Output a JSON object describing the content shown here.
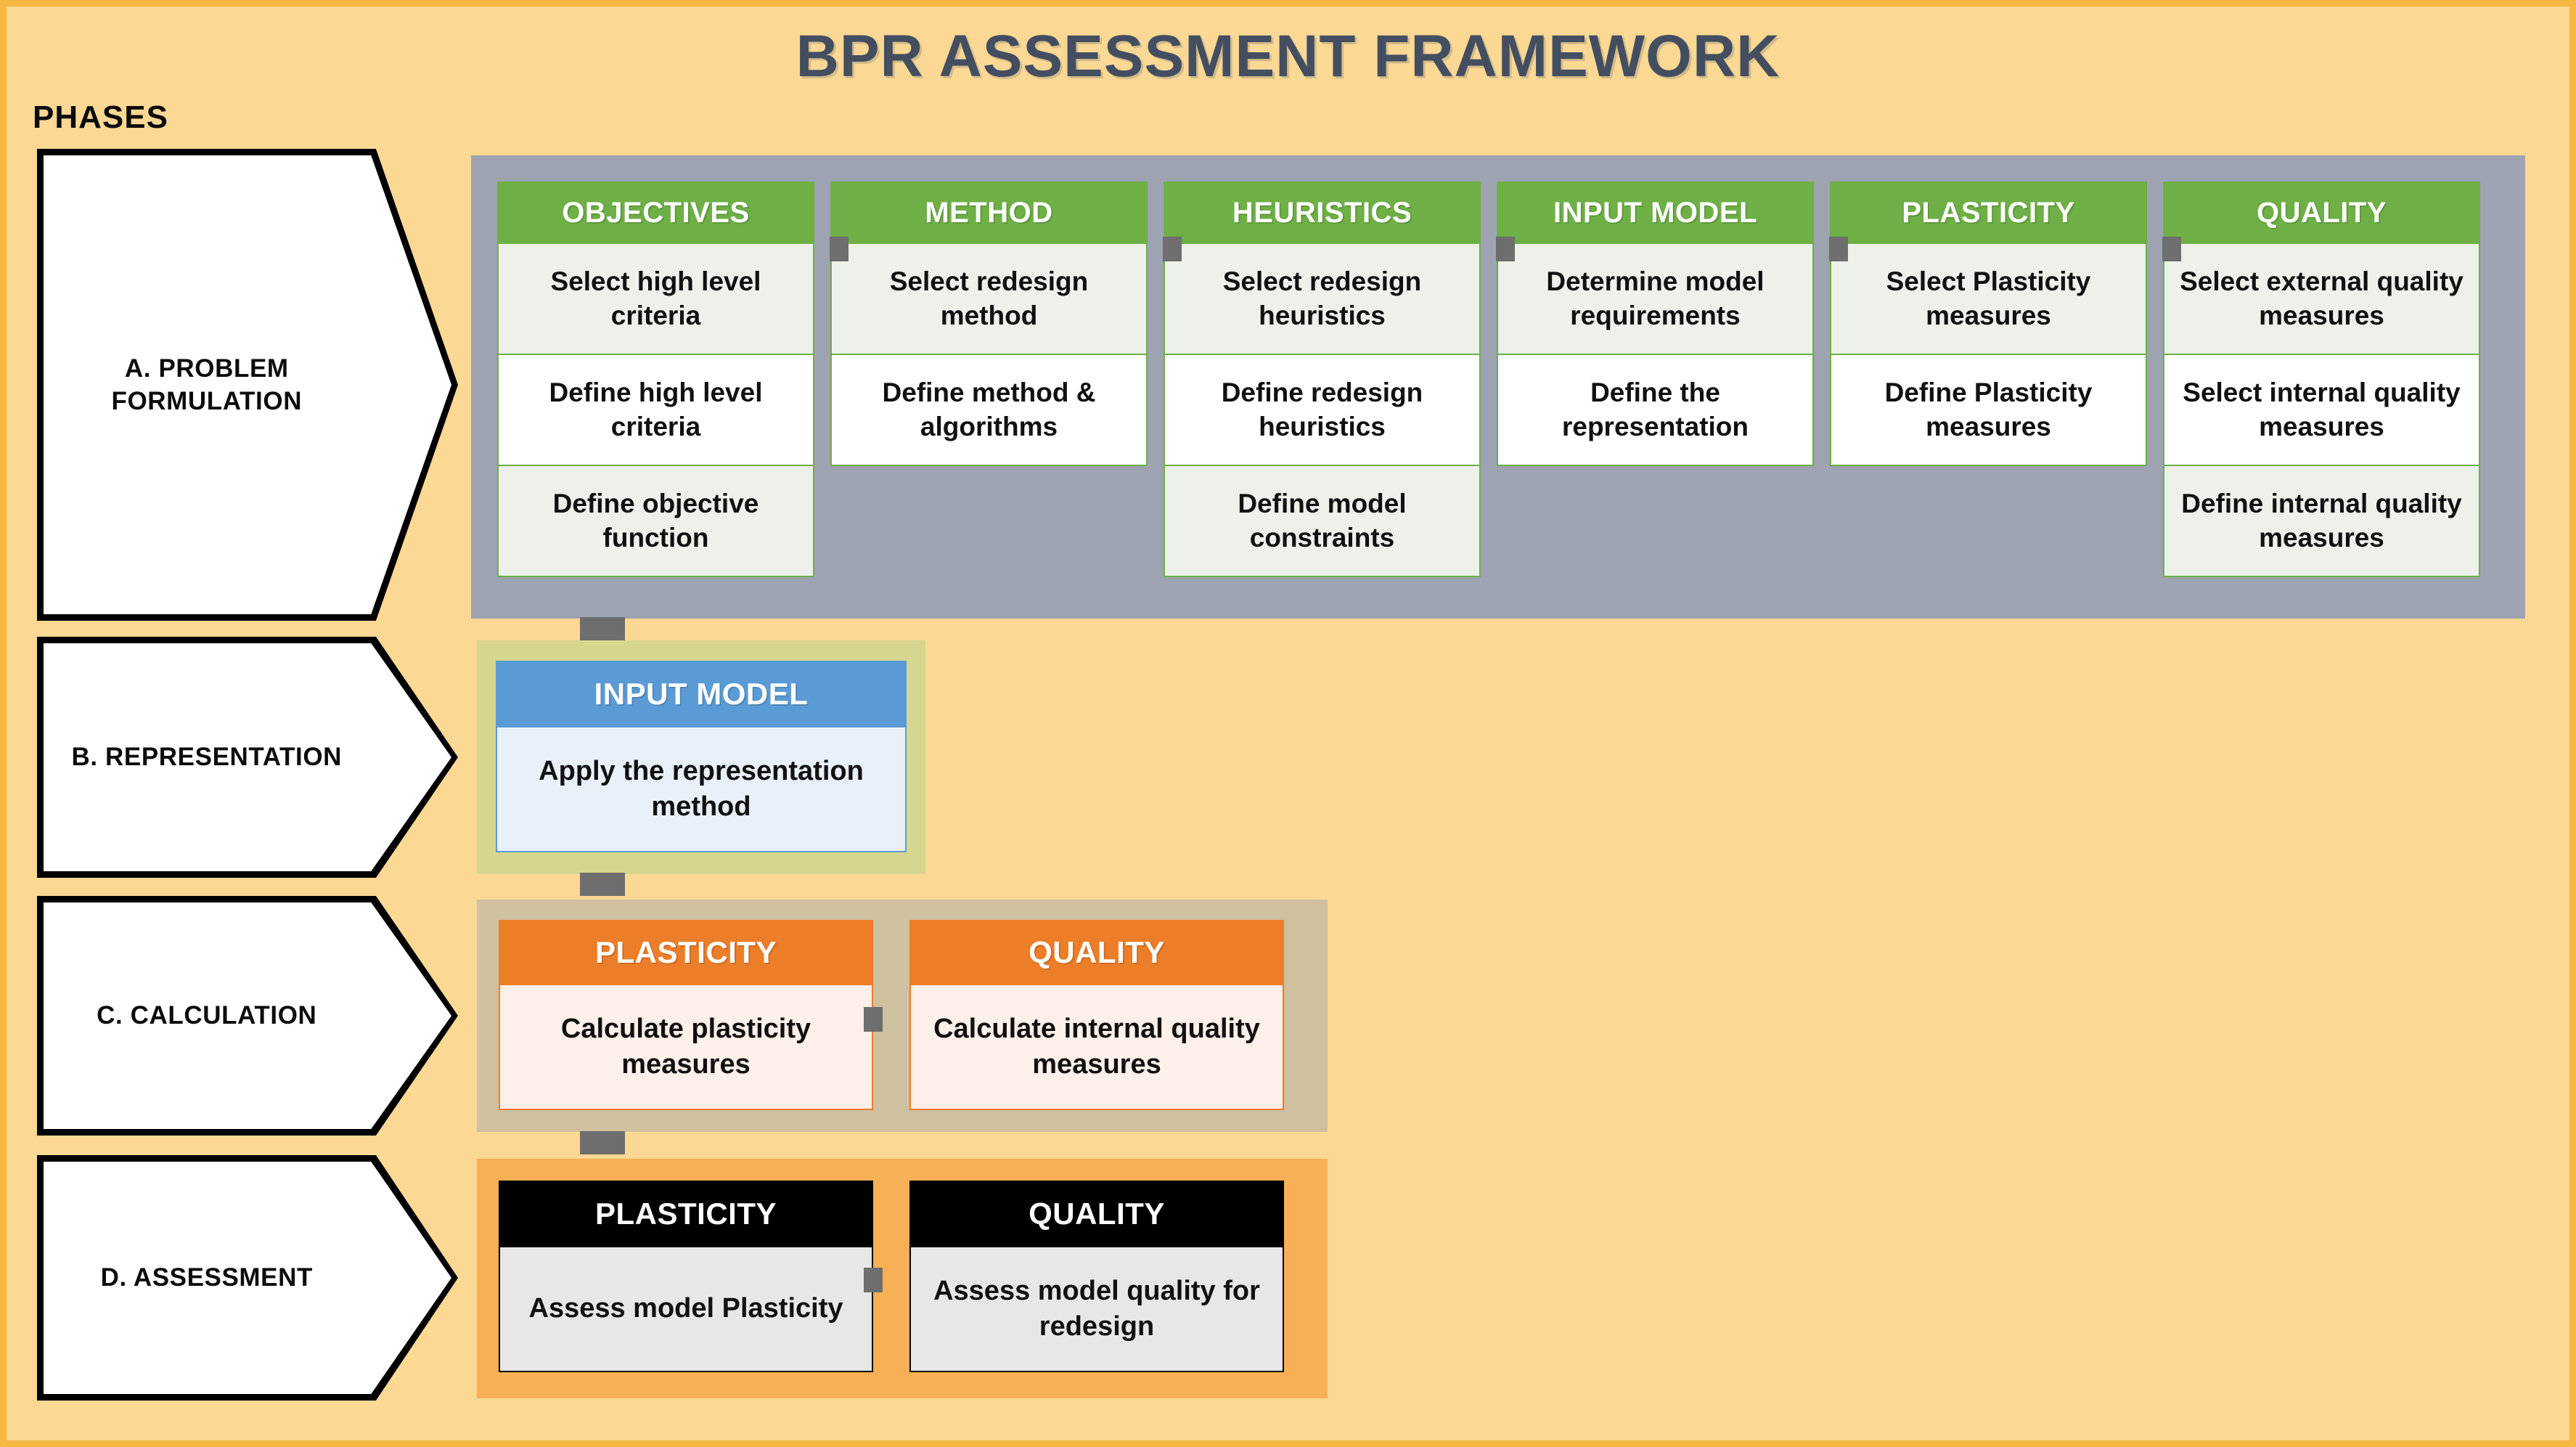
{
  "title": "BPR ASSESSMENT FRAMEWORK",
  "phases_label": "PHASES",
  "colors": {
    "background": "#FBD893",
    "outer_border": "#F5B942",
    "title_text": "#434E60",
    "panel_a": "#9DA3B1",
    "green_header": "#6EAF46",
    "green_cell_shade": "#EDF1EA",
    "panel_b": "#D6D68F",
    "blue_header": "#5B9BD5",
    "blue_body": "#E9F0FA",
    "panel_c": "#CFC0A0",
    "orange_header": "#EC7D29",
    "orange_body": "#FDEFE9",
    "panel_d": "#F7B055",
    "black_header": "#000000",
    "gray_body": "#E7E7E7",
    "connector": "#6E6E6E"
  },
  "phases": [
    {
      "id": "a",
      "label": "A. PROBLEM\nFORMULATION"
    },
    {
      "id": "b",
      "label": "B. REPRESENTATION"
    },
    {
      "id": "c",
      "label": "C. CALCULATION"
    },
    {
      "id": "d",
      "label": "D. ASSESSMENT"
    }
  ],
  "section_a": {
    "columns": [
      {
        "header": "OBJECTIVES",
        "cells": [
          "Select high level criteria",
          "Define high level criteria",
          "Define objective function"
        ]
      },
      {
        "header": "METHOD",
        "cells": [
          "Select redesign method",
          "Define method & algorithms"
        ]
      },
      {
        "header": "HEURISTICS",
        "cells": [
          "Select redesign heuristics",
          "Define redesign heuristics",
          "Define model constraints"
        ]
      },
      {
        "header": "INPUT MODEL",
        "cells": [
          "Determine model requirements",
          "Define the representation"
        ]
      },
      {
        "header": "PLASTICITY",
        "cells": [
          "Select Plasticity measures",
          "Define Plasticity measures"
        ]
      },
      {
        "header": "QUALITY",
        "cells": [
          "Select external quality measures",
          "Select internal quality measures",
          "Define internal quality measures"
        ]
      }
    ]
  },
  "section_b": {
    "columns": [
      {
        "header": "INPUT MODEL",
        "cells": [
          "Apply the representation method"
        ]
      }
    ]
  },
  "section_c": {
    "columns": [
      {
        "header": "PLASTICITY",
        "cells": [
          "Calculate plasticity measures"
        ]
      },
      {
        "header": "QUALITY",
        "cells": [
          "Calculate internal quality measures"
        ]
      }
    ]
  },
  "section_d": {
    "columns": [
      {
        "header": "PLASTICITY",
        "cells": [
          "Assess model Plasticity"
        ]
      },
      {
        "header": "QUALITY",
        "cells": [
          "Assess model quality for redesign"
        ]
      }
    ]
  }
}
